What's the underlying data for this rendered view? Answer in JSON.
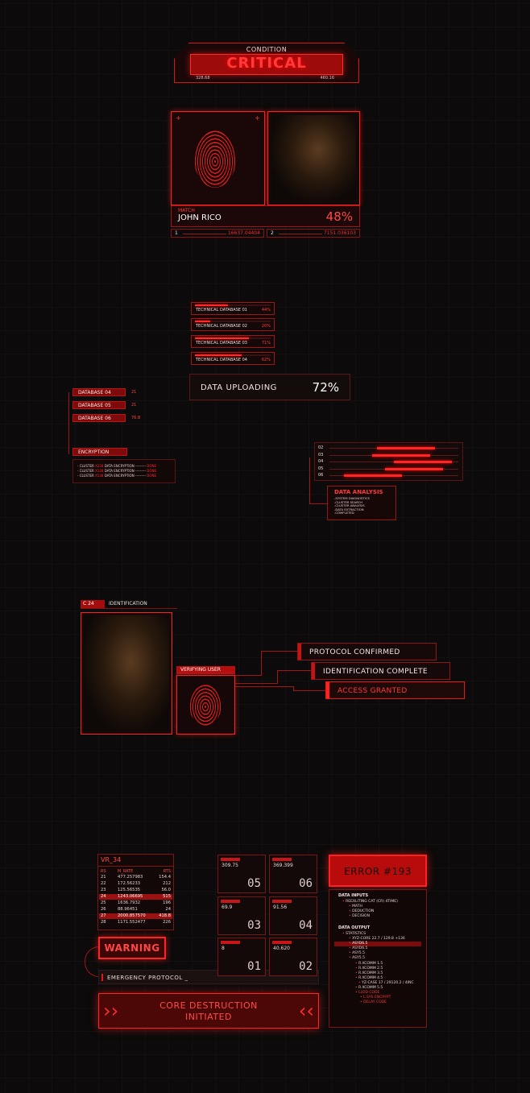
{
  "condition": {
    "label": "CONDITION",
    "value": "CRITICAL",
    "left_num": "328.68",
    "right_num": "460.16"
  },
  "match": {
    "label": "MATCH",
    "name": "JOHN RICO",
    "percent": "48%",
    "rows": [
      {
        "idx": "1",
        "value": "16637.04404"
      },
      {
        "idx": "2",
        "value": "7151.036103"
      }
    ]
  },
  "tech_databases": [
    {
      "label": "TECHNICAL DATABASE 01",
      "percent": "44%",
      "fill": 0.44
    },
    {
      "label": "TECHNICAL DATABASE 02",
      "percent": "20%",
      "fill": 0.2
    },
    {
      "label": "TECHNICAL DATABASE 03",
      "percent": "71%",
      "fill": 0.71
    },
    {
      "label": "TECHNICAL DATABASE 04",
      "percent": "62%",
      "fill": 0.62
    }
  ],
  "upload": {
    "label": "DATA UPLOADING",
    "percent": "72%"
  },
  "databases": [
    {
      "label": "DATABASE 04",
      "value": "21"
    },
    {
      "label": "DATABASE 05",
      "value": "21"
    },
    {
      "label": "DATABASE 06",
      "value": "76.8"
    }
  ],
  "encryption": {
    "title": "ENCRYPTION",
    "lines": [
      {
        "pre": "- CLUSTER",
        "id": "X228",
        "text": "DATA ENCRYPTION",
        "dash": "---------",
        "status": "DONE"
      },
      {
        "pre": "- CLUSTER",
        "id": "X128",
        "text": "DATA ENCRYPTION",
        "dash": "---------",
        "status": "DONE"
      },
      {
        "pre": "- CLUSTER",
        "id": "X538",
        "text": "DATA ENCRYPTION",
        "dash": "---------",
        "status": "DONE"
      }
    ]
  },
  "analysis": {
    "rows": [
      {
        "id": "02",
        "fill": 0.82
      },
      {
        "id": "03",
        "fill": 0.78
      },
      {
        "id": "04",
        "fill": 0.95
      },
      {
        "id": "05",
        "fill": 0.88
      },
      {
        "id": "06",
        "fill": 0.56
      }
    ],
    "title": "DATA ANALYSIS",
    "items": [
      "-SYSTEM DIAGNOSTICS",
      "-CLUSTER SEARCH",
      "-CLUSTER ANALYSIS",
      "-DATA EXTRACTION",
      "-COMPLETED"
    ]
  },
  "identification": {
    "code": "C 24",
    "title": "IDENTIFICATION",
    "verify": "VERIFYING USER",
    "statuses": [
      "PROTOCOL CONFIRMED",
      "IDENTIFICATION COMPLETE",
      "ACCESS GRANTED"
    ]
  },
  "vr": {
    "title": "VR_34",
    "headers": [
      "RS",
      "M_RATE",
      "RTS"
    ],
    "rows": [
      [
        "21",
        "477.257983",
        "154.4"
      ],
      [
        "22",
        "172.56233",
        "212"
      ],
      [
        "23",
        "125.56535",
        "56.0"
      ],
      [
        "24",
        "1243.06695",
        "515"
      ],
      [
        "25",
        "1636.7932",
        "196"
      ],
      [
        "26",
        "88.96451",
        "24"
      ],
      [
        "27",
        "2000.857570",
        "418.8"
      ],
      [
        "28",
        "1171.552477",
        "226"
      ]
    ]
  },
  "warning": "WARNING",
  "protocol": "EMERGENCY PROTOCOL _",
  "core": [
    "CORE DESTRUCTION",
    "INITIATED"
  ],
  "cells": [
    {
      "value": "309.75",
      "num": "05"
    },
    {
      "value": "369.399",
      "num": "06"
    },
    {
      "value": "69.9",
      "num": "03"
    },
    {
      "value": "91.56",
      "num": "04"
    },
    {
      "value": "8",
      "num": "01"
    },
    {
      "value": "40.620",
      "num": "02"
    }
  ],
  "error": {
    "title": "ERROR #193",
    "inputs_title": "DATA INPUTS",
    "inputs": [
      "REEXLITING CAT (CR) 4TIME)",
      "MATH",
      "DEDUCTION",
      "DECISION"
    ],
    "outputs_title": "DATA OUTPUT",
    "outputs": [
      "STATISTICS",
      "XYZ-CORE 22.7 / 129.8 +136",
      "ASYD6.5",
      "ASYD6.5",
      "ASY5.5",
      "ASY5.5",
      "R.XCOMM 1.5",
      "R.XCOMM 2.5",
      "R.XCOMM 3.5",
      "R.XCOMM 4.5",
      "YZ-CASE 17 / 29120.2 / 4INC",
      "R.XCOMM 5.5",
      "LLOD CODE",
      "L.SYS ENCRYPT",
      "DELAY CODE"
    ]
  }
}
